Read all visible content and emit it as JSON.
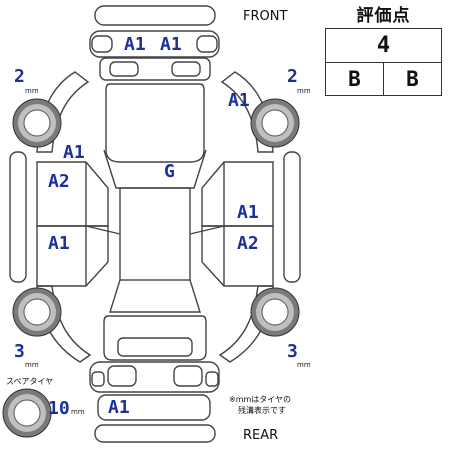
{
  "labels": {
    "front": "FRONT",
    "rear": "REAR",
    "spare_tire": "スペアタイヤ",
    "note_line1": "※mmはタイヤの",
    "note_line2": "残溝表示です",
    "mm_unit": "mm"
  },
  "score": {
    "title": "評価点",
    "overall": "4",
    "interior": "B",
    "exterior": "B"
  },
  "tires": {
    "front_left": "2",
    "front_right": "2",
    "rear_left": "3",
    "rear_right": "3",
    "spare": "10"
  },
  "damage": {
    "front_bumper_left": "A1",
    "front_bumper_right": "A1",
    "front_right_fender": "A1",
    "left_a_pillar": "A1",
    "left_front_door": "A2",
    "left_rear_door": "A1",
    "roof": "G",
    "right_front_door": "A1",
    "right_rear_door": "A2",
    "rear_bumper": "A1"
  },
  "colors": {
    "code_blue": "#1c2f9b",
    "line": "#444444"
  }
}
